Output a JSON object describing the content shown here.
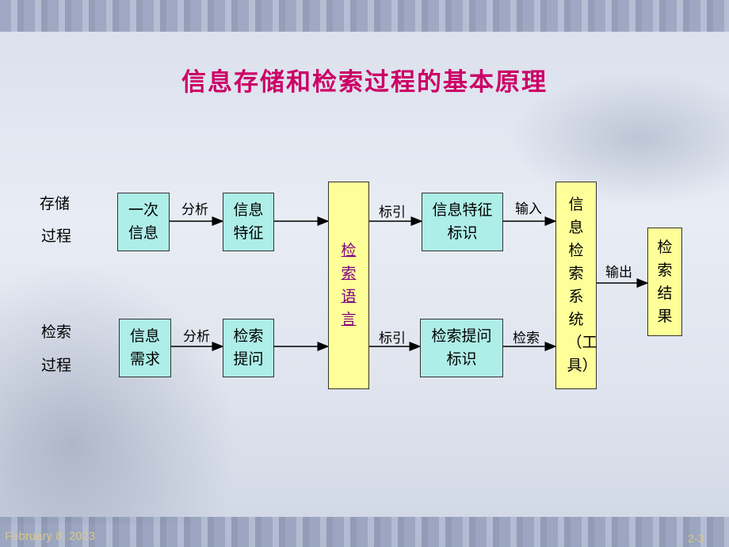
{
  "title": "信息存储和检索过程的基本原理",
  "rows": {
    "storage": {
      "label_line1": "存储",
      "label_line2": "过程"
    },
    "retrieval": {
      "label_line1": "检索",
      "label_line2": "过程"
    }
  },
  "boxes": {
    "primary_info": "一次信息",
    "info_features": "信息特征",
    "info_needs": "信息需求",
    "retrieval_query": "检索提问",
    "retrieval_language": "检索语言",
    "info_feature_marks": "信息特征标识",
    "retrieval_query_marks": "检索提问标识",
    "retrieval_system": "信息检索系统（工具）",
    "retrieval_results": "检索结果"
  },
  "edges": {
    "analysis_top": "分析",
    "analysis_bottom": "分析",
    "index_top": "标引",
    "index_bottom": "标引",
    "input": "输入",
    "search": "检索",
    "output": "输出"
  },
  "footer": {
    "date": "February 8, 2023",
    "page": "2-3"
  }
}
